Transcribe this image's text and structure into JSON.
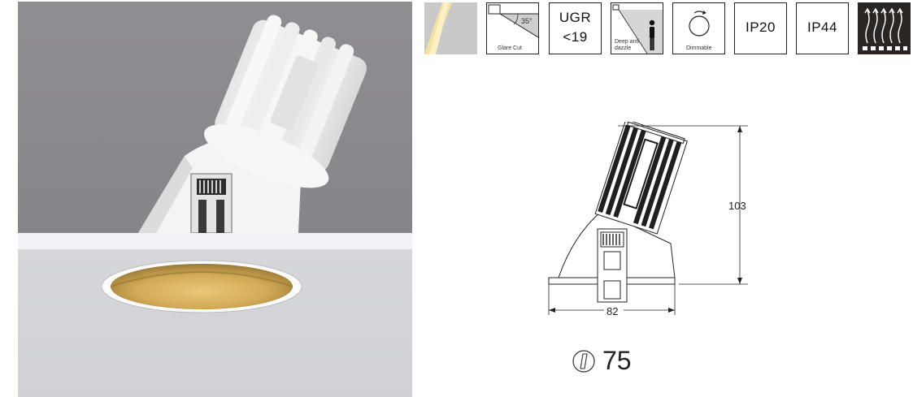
{
  "features": {
    "glare_cut": {
      "angle": "35°",
      "label": "Glare Cut",
      "icon": "glare-cut-icon"
    },
    "ugr": {
      "line1": "UGR",
      "line2": "<19",
      "icon": "ugr-icon"
    },
    "deep_anti_dazzle": {
      "line1": "Deep anti",
      "line2": "dazzle",
      "icon": "person-shade-icon"
    },
    "dimmable": {
      "label": "Dimmable",
      "icon": "dimmer-knob-icon"
    },
    "ip20": {
      "label": "IP20"
    },
    "ip44": {
      "label": "IP44"
    },
    "beam_icon": "beam-angle-icon",
    "heat_icon": "heat-dissipation-icon"
  },
  "drawing": {
    "height": "103",
    "width": "82"
  },
  "cutout": {
    "value": "75",
    "icon": "cutout-diameter-icon"
  },
  "colors": {
    "photo_background": "#8a898e",
    "ceiling_grey": "#d3d4d8",
    "reflector_gold": "#d9b463",
    "beam_yellow": "#f0dfa0",
    "heat_tile": "#2a2624"
  }
}
